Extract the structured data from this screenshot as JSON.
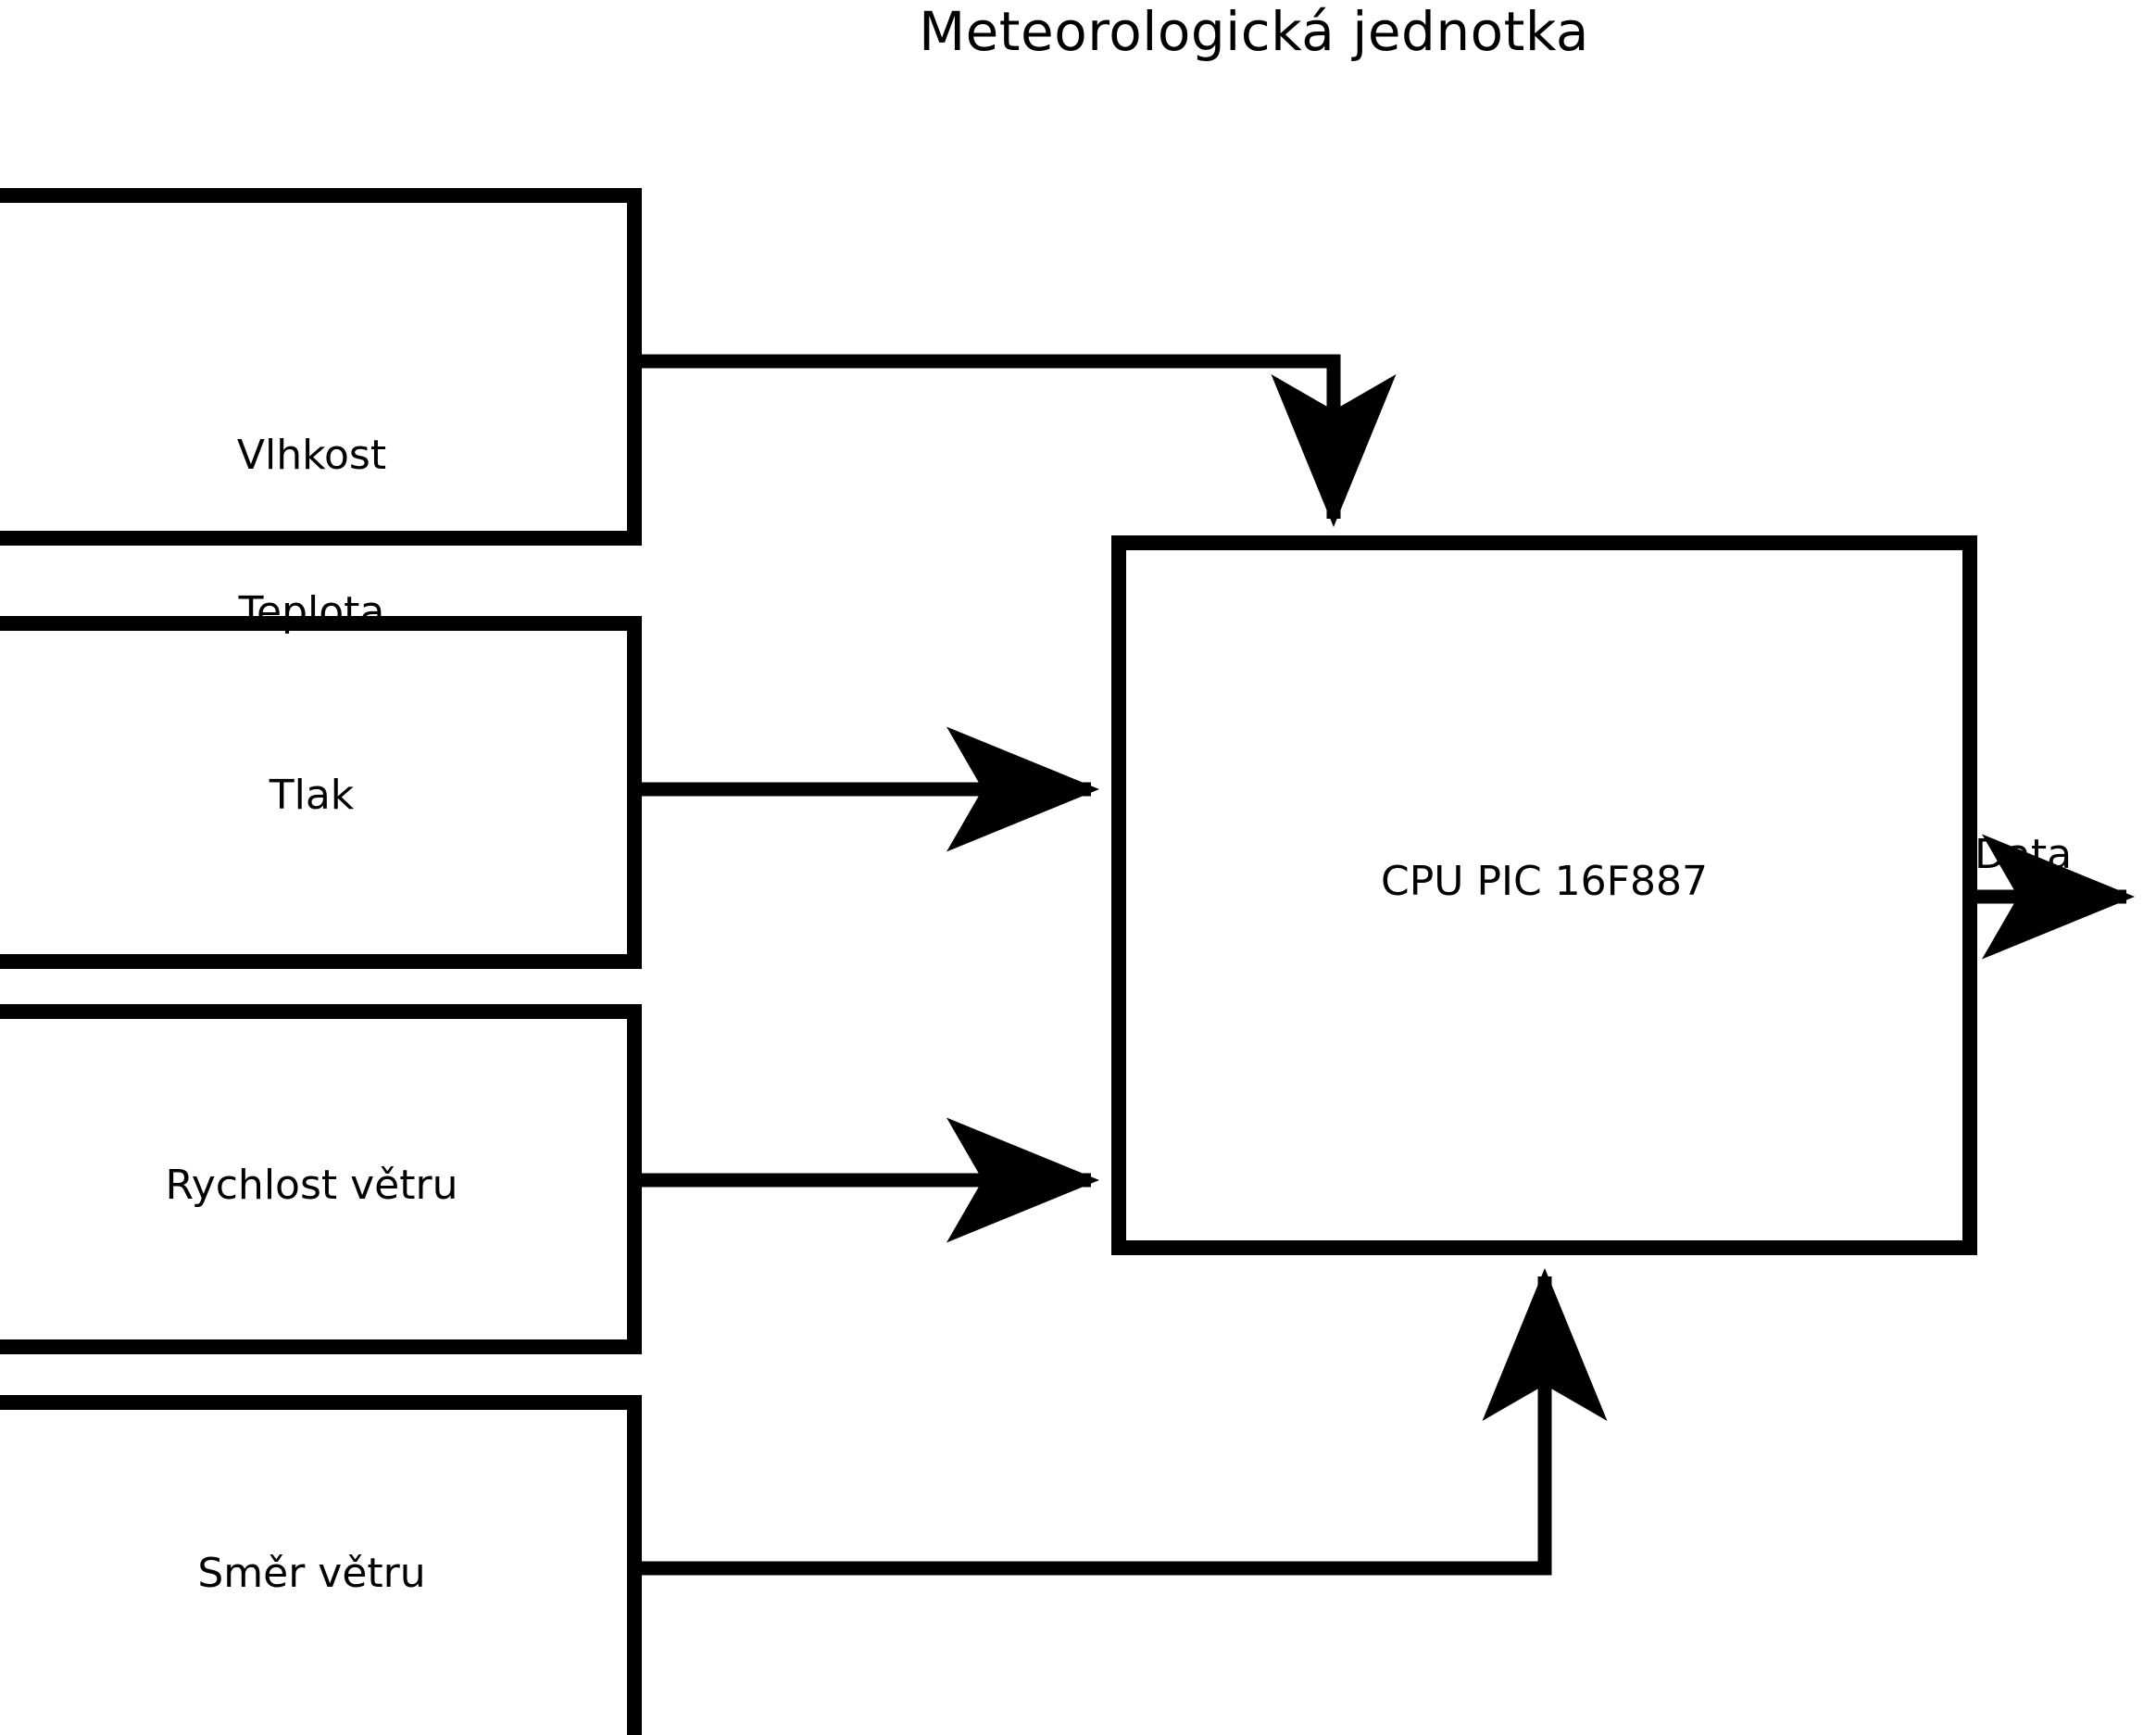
{
  "title": "Meteorologická jednotka",
  "nodes": {
    "sensor1": {
      "line1": "Vlhkost",
      "line2": "Teplota"
    },
    "sensor2": {
      "label": "Tlak"
    },
    "sensor3": {
      "label": "Rychlost větru"
    },
    "sensor4": {
      "label": "Směr větru"
    },
    "cpu": {
      "label": "CPU PIC 16F887"
    }
  },
  "edges": {
    "output": {
      "label": "Data"
    }
  },
  "colors": {
    "background": "#ffffff",
    "stroke": "#000000",
    "fill": "#ffffff"
  }
}
